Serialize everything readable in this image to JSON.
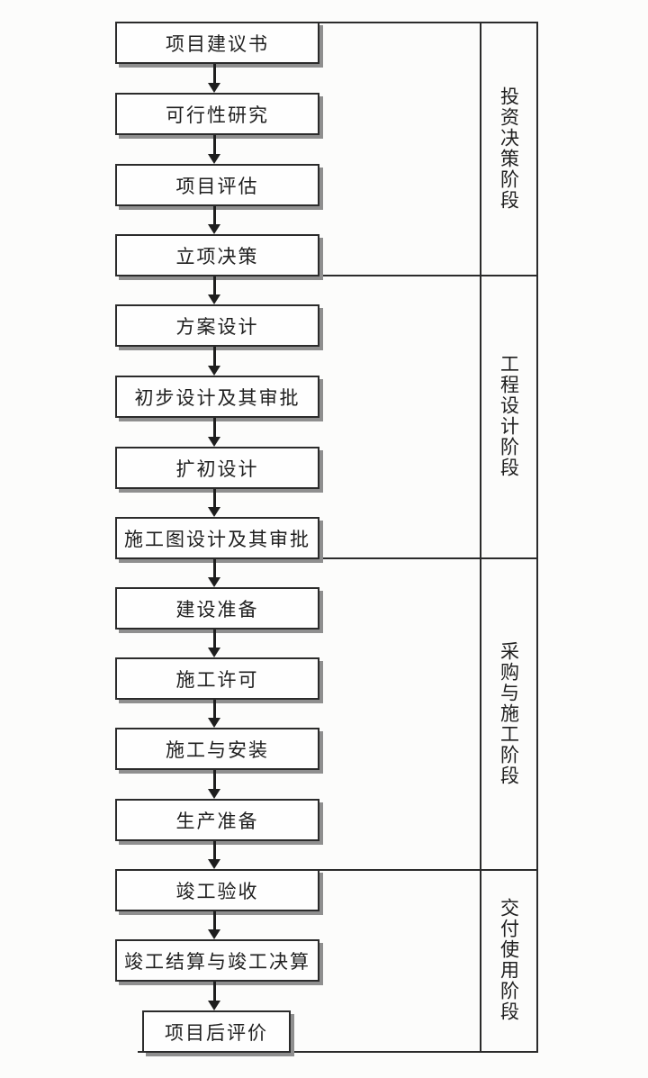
{
  "diagram": {
    "type": "flowchart",
    "direction": "top-down",
    "steps": [
      {
        "label": "项目建议书"
      },
      {
        "label": "可行性研究"
      },
      {
        "label": "项目评估"
      },
      {
        "label": "立项决策"
      },
      {
        "label": "方案设计"
      },
      {
        "label": "初步设计及其审批"
      },
      {
        "label": "扩初设计"
      },
      {
        "label": "施工图设计及其审批"
      },
      {
        "label": "建设准备"
      },
      {
        "label": "施工许可"
      },
      {
        "label": "施工与安装"
      },
      {
        "label": "生产准备"
      },
      {
        "label": "竣工验收"
      },
      {
        "label": "竣工结算与竣工决算"
      },
      {
        "label": "项目后评价"
      }
    ],
    "phases": [
      {
        "label": "投资决策阶段",
        "step_start": 1,
        "step_end": 4
      },
      {
        "label": "工程设计阶段",
        "step_start": 5,
        "step_end": 8
      },
      {
        "label": "采购与施工阶段",
        "step_start": 9,
        "step_end": 12
      },
      {
        "label": "交付使用阶段",
        "step_start": 13,
        "step_end": 15
      }
    ],
    "colors": {
      "line": "#2b2b2b",
      "box_background": "#fefefe",
      "shadow": "#8f8f8f",
      "text": "#1f1f1f",
      "page_background": "#fcfcfb"
    }
  }
}
